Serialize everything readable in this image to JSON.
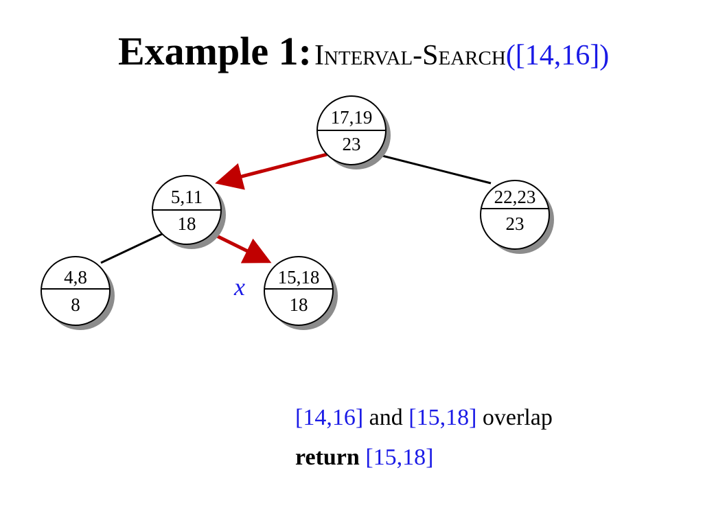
{
  "colors": {
    "blue": "#1a1ae6",
    "red": "#c00000",
    "black": "#000000",
    "shadow": "#8c8c8c"
  },
  "title": {
    "prefix": "Example 1:",
    "procedure": "Interval-Search",
    "argument": "([14,16])"
  },
  "nodes": [
    {
      "id": "root",
      "interval": "17,19",
      "max": "23"
    },
    {
      "id": "left",
      "interval": "5,11",
      "max": "18"
    },
    {
      "id": "right",
      "interval": "22,23",
      "max": "23"
    },
    {
      "id": "left-left",
      "interval": "4,8",
      "max": "8"
    },
    {
      "id": "left-right",
      "interval": "15,18",
      "max": "18"
    }
  ],
  "edges": [
    {
      "from": "root",
      "to": "left",
      "style": "search-path"
    },
    {
      "from": "root",
      "to": "right",
      "style": "normal"
    },
    {
      "from": "left",
      "to": "left-left",
      "style": "normal"
    },
    {
      "from": "left",
      "to": "left-right",
      "style": "search-path"
    }
  ],
  "pointer_label": "x",
  "result": {
    "query": "[14,16]",
    "and_word": "and",
    "found": "[15,18]",
    "overlap_word": "overlap",
    "return_word": "return",
    "returned": "[15,18]"
  }
}
